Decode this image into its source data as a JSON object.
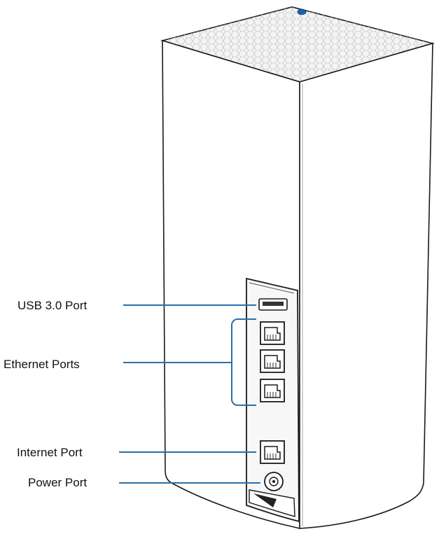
{
  "labels": {
    "usb": "USB 3.0 Port",
    "ethernet": "Ethernet Ports",
    "internet": "Internet Port",
    "power": "Power Port"
  },
  "colors": {
    "callout_line": "#2b6fa8",
    "status_led": "#1e5fb0",
    "outline": "#1a1a1a",
    "background": "#ffffff"
  }
}
